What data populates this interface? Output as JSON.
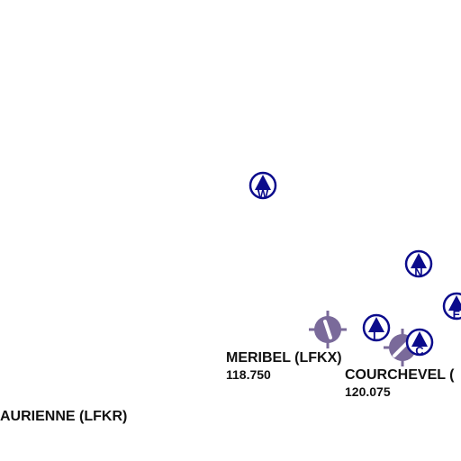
{
  "colors": {
    "waypoint": "#0b0b8c",
    "aerodrome": "#7a6a9a",
    "label": "#111111",
    "background": "#ffffff"
  },
  "waypoints": [
    {
      "id": "W",
      "icon": "triangle-in-circle-icon"
    },
    {
      "id": "N",
      "icon": "triangle-in-circle-icon"
    },
    {
      "id": "E",
      "icon": "triangle-in-circle-icon"
    },
    {
      "id": "L",
      "icon": "triangle-in-circle-icon"
    },
    {
      "id": "C",
      "icon": "triangle-in-circle-icon"
    }
  ],
  "aerodromes": [
    {
      "name": "MERIBEL (LFKX)",
      "frequency": "118.750",
      "icon": "aerodrome-icon"
    },
    {
      "name": "COURCHEVEL (",
      "frequency": "120.075",
      "icon": "aerodrome-icon"
    },
    {
      "name": "AURIENNE (LFKR)",
      "frequency": ""
    }
  ]
}
